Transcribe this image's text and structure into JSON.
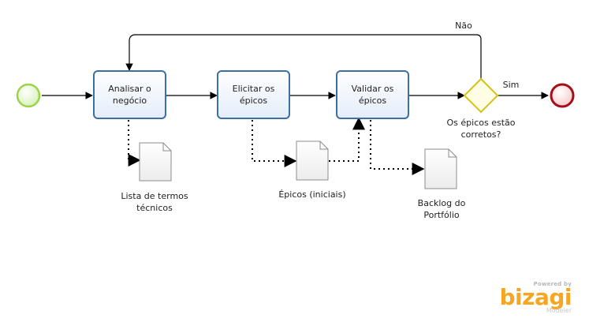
{
  "tasks": [
    {
      "label": "Analisar o negócio"
    },
    {
      "label": "Elicitar os épicos"
    },
    {
      "label": "Validar os épicos"
    }
  ],
  "gateway": {
    "label": "Os épicos estão corretos?"
  },
  "flows": {
    "yes_label": "Sim",
    "no_label": "Não"
  },
  "documents": [
    {
      "label": "Lista de termos técnicos"
    },
    {
      "label": "Épicos (iniciais)"
    },
    {
      "label": "Backlog do Portfólio"
    }
  ],
  "branding": {
    "powered_by": "Powered by",
    "brand": "bizagi",
    "product": "Modeler"
  },
  "colors": {
    "start_event": "#9bd34a",
    "end_event": "#a3101a",
    "task_border": "#3d6ea7",
    "task_fill": "#f3f7fd",
    "gateway_stroke": "#d4c218",
    "gateway_fill": "#fffde4",
    "brand": "#f5a623"
  }
}
